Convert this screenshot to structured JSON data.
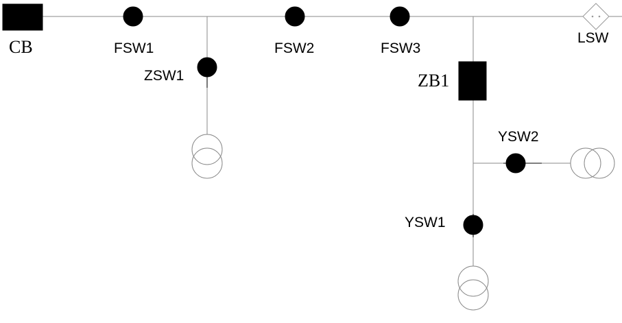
{
  "labels": {
    "cb": "CB",
    "fsw1": "FSW1",
    "fsw2": "FSW2",
    "fsw3": "FSW3",
    "lsw": "LSW",
    "zsw1": "ZSW1",
    "zb1": "ZB1",
    "ysw1": "YSW1",
    "ysw2": "YSW2"
  }
}
